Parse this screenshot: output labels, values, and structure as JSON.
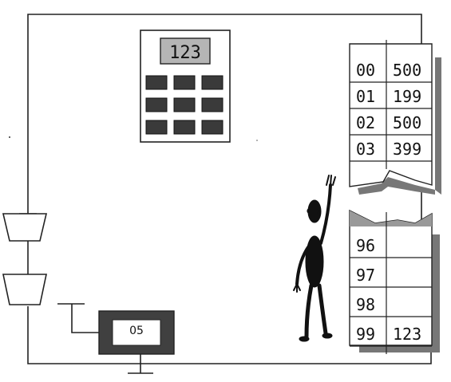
{
  "calculator": {
    "display": "123"
  },
  "screen": {
    "value": "05"
  },
  "memory": {
    "upper_rows": [
      {
        "address": "00",
        "value": "500"
      },
      {
        "address": "01",
        "value": "199"
      },
      {
        "address": "02",
        "value": "500"
      },
      {
        "address": "03",
        "value": "399"
      }
    ],
    "lower_rows": [
      {
        "address": "96",
        "value": ""
      },
      {
        "address": "97",
        "value": ""
      },
      {
        "address": "98",
        "value": ""
      },
      {
        "address": "99",
        "value": "123"
      }
    ]
  }
}
